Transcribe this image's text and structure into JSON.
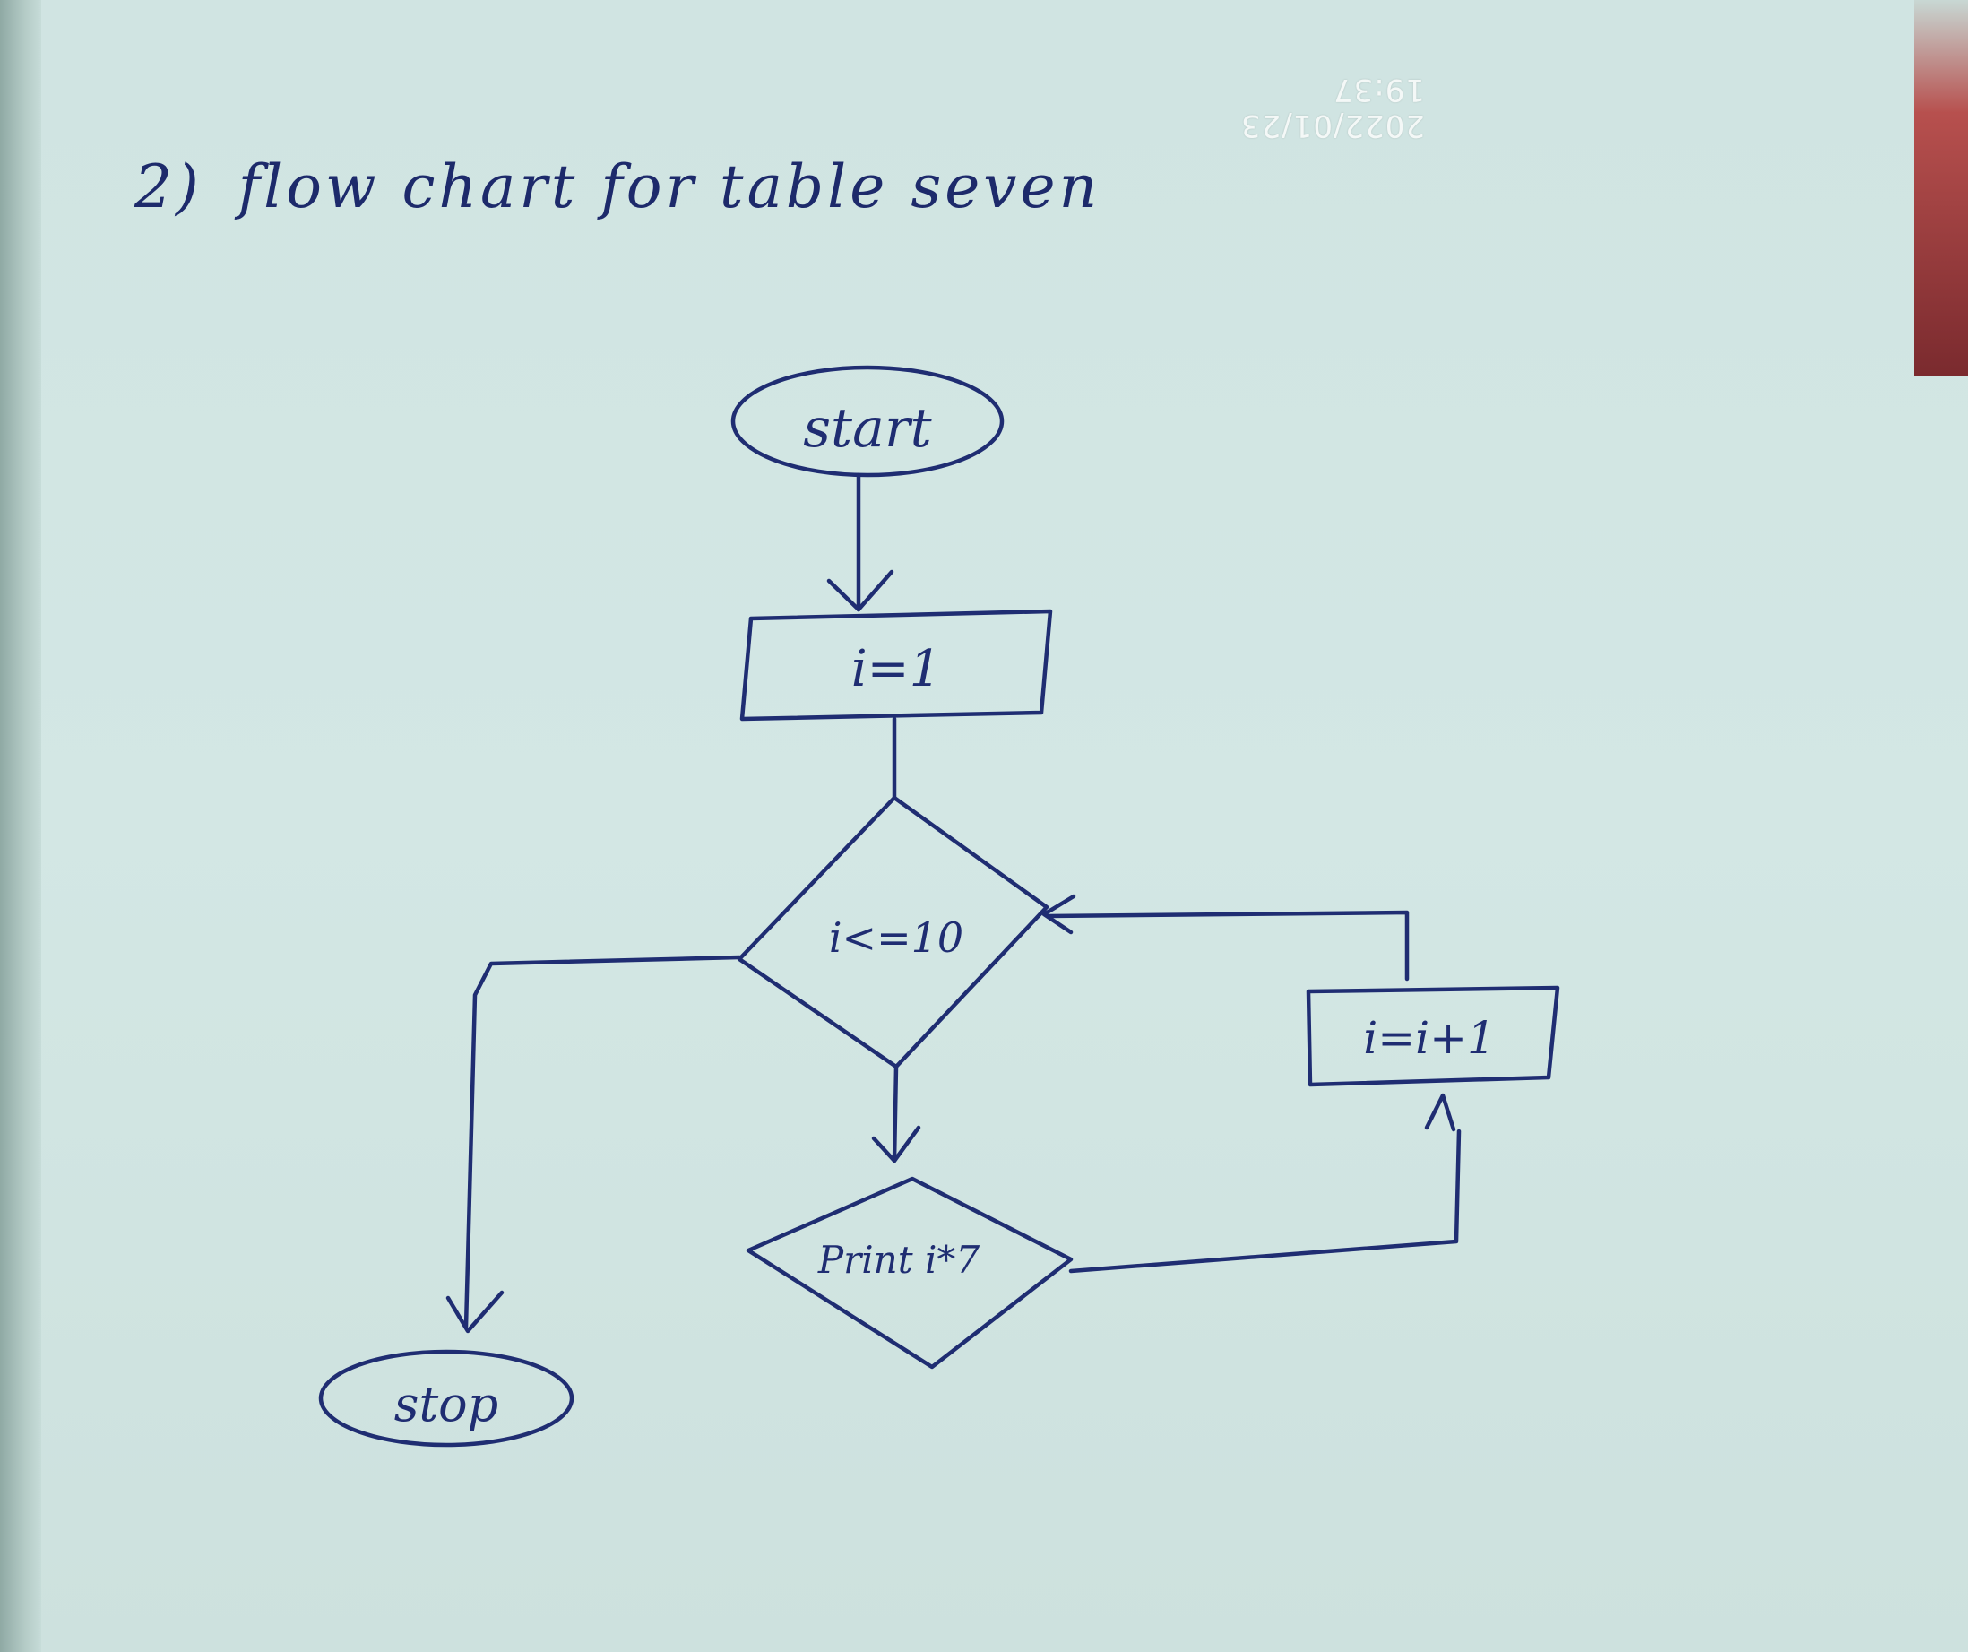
{
  "timestamp": "2022/01/23 19:37",
  "heading": {
    "number": "2)",
    "text": "flow chart for table seven"
  },
  "flowchart": {
    "start": "start",
    "init": "i=1",
    "condition": "i<=10",
    "print": "Print i*7",
    "increment": "i=i+1",
    "stop": "stop"
  }
}
